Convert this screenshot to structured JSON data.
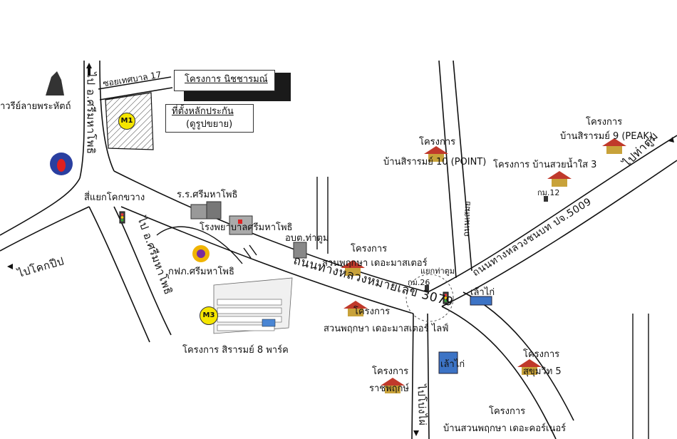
{
  "projects": {
    "nicharm_box": "โครงการ นิชชารมณ์",
    "land_site_label_1": "ที่ตั้งหลักประกัน",
    "land_site_label_2": "(ดูรูปขยาย)",
    "sirarom10_1": "โครงการ",
    "sirarom10_2": "บ้านสิรารมย์ 10 (POINT)",
    "sirarom9_1": "โครงการ",
    "sirarom9_2": "บ้านสิรารมย์ 9 (PEAK)",
    "suanuyai3": "โครงการ บ้านสวยน้ำใส 3",
    "suanpruksa_master_1": "โครงการ",
    "suanpruksa_master_2": "สวนพฤกษา เดอะมาสเตอร์",
    "suanpruksa_life_1": "โครงการ",
    "suanpruksa_life_2": "สวนพฤกษา เดอะมาสเตอร์ ไลฟ์",
    "sirarom8_park": "โครงการ สิรารมย์ 8 พาร์ค",
    "ratchapruksa_1": "โครงการ",
    "ratchapruksa_2": "ราชพฤกษ์",
    "sukhumvit5_1": "โครงการ",
    "sukhumvit5_2": "สุขุมวิท 5",
    "suanpruksa_corner_1": "โครงการ",
    "suanpruksa_corner_2": "บ้านสวนพฤกษา เดอะคอร์เนอร์"
  },
  "landmarks": {
    "monument": "าวรีย์ลายพระหัตถ์",
    "school": "ร.ร.ศรีมหาโพธิ",
    "hospital": "โรงพยาบาลศรีมหาโพธิ",
    "sao_office": "อบต.ท่าตูม",
    "pea_office": "กฟภ.ศรีมหาโพธิ",
    "intersection_khokkwang": "สี่แยกโคกขวาง",
    "junction_tatum": "แยกท่าตูม",
    "km26": "กม.26",
    "km12": "กม.12",
    "laokai_1": "เล้าไก่",
    "laokai_2": "เล้าไก่"
  },
  "roads": {
    "soi_thesaban17": "ซอยเทศบาล 17",
    "road_sri_maha_phot_1": "ไป อ.ศรีมหาโพธิ",
    "road_sri_maha_phot_2": "ไป อ.ศรีมหาโพธิ",
    "highway_3079": "ถนนทางหลวงหมายเลข 3079",
    "rural_highway_5009": "ถนนทางหลวงชนบท ปจ.5009",
    "to_tatum": "ไปท่าตูม",
    "to_khokpip": "ไปโคกปีป",
    "to_banhiang": "ไปโบ่งไผ่",
    "unnamed_road": "ถนนเสมย"
  },
  "markers": {
    "m1": "M1",
    "m3": "M3"
  },
  "colors": {
    "road": "#111111",
    "house_roof": "#c0392b",
    "house_body": "#c8a23a",
    "badge": "#f5e600",
    "arrow": "#111111"
  }
}
